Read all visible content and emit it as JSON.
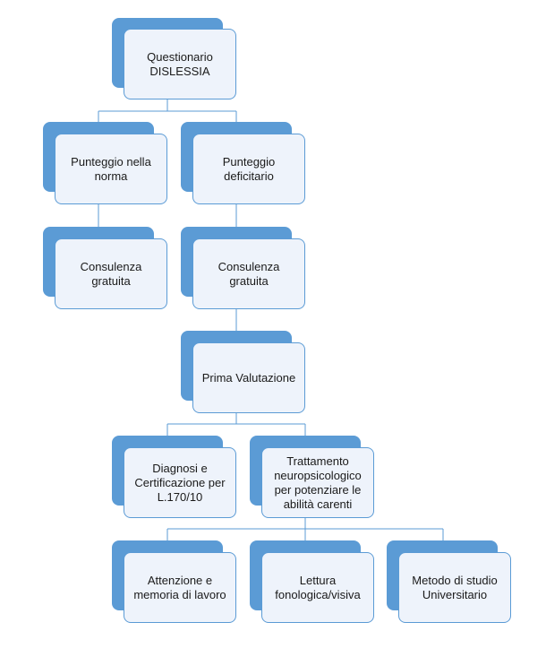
{
  "colors": {
    "accent": "#5b9bd5",
    "box_fill": "#eef3fb",
    "connector": "#5b9bd5"
  },
  "nodes": {
    "root": "Questionario\nDISLESSIA",
    "score_normal": "Punteggio nella\nnorma",
    "score_deficit": "Punteggio\ndeficitario",
    "consult_free_left": "Consulenza\ngratuita",
    "consult_free_right": "Consulenza\ngratuita",
    "first_evaluation": "Prima Valutazione",
    "diagnosis": "Diagnosi e\nCertificazione per\nL.170/10",
    "treatment": "Trattamento\nneuropsicologico\nper potenziare le\nabilità carenti",
    "attention": "Attenzione e\nmemoria di lavoro",
    "reading": "Lettura\nfonologica/visiva",
    "study_method": "Metodo di studio\nUniversitario"
  }
}
